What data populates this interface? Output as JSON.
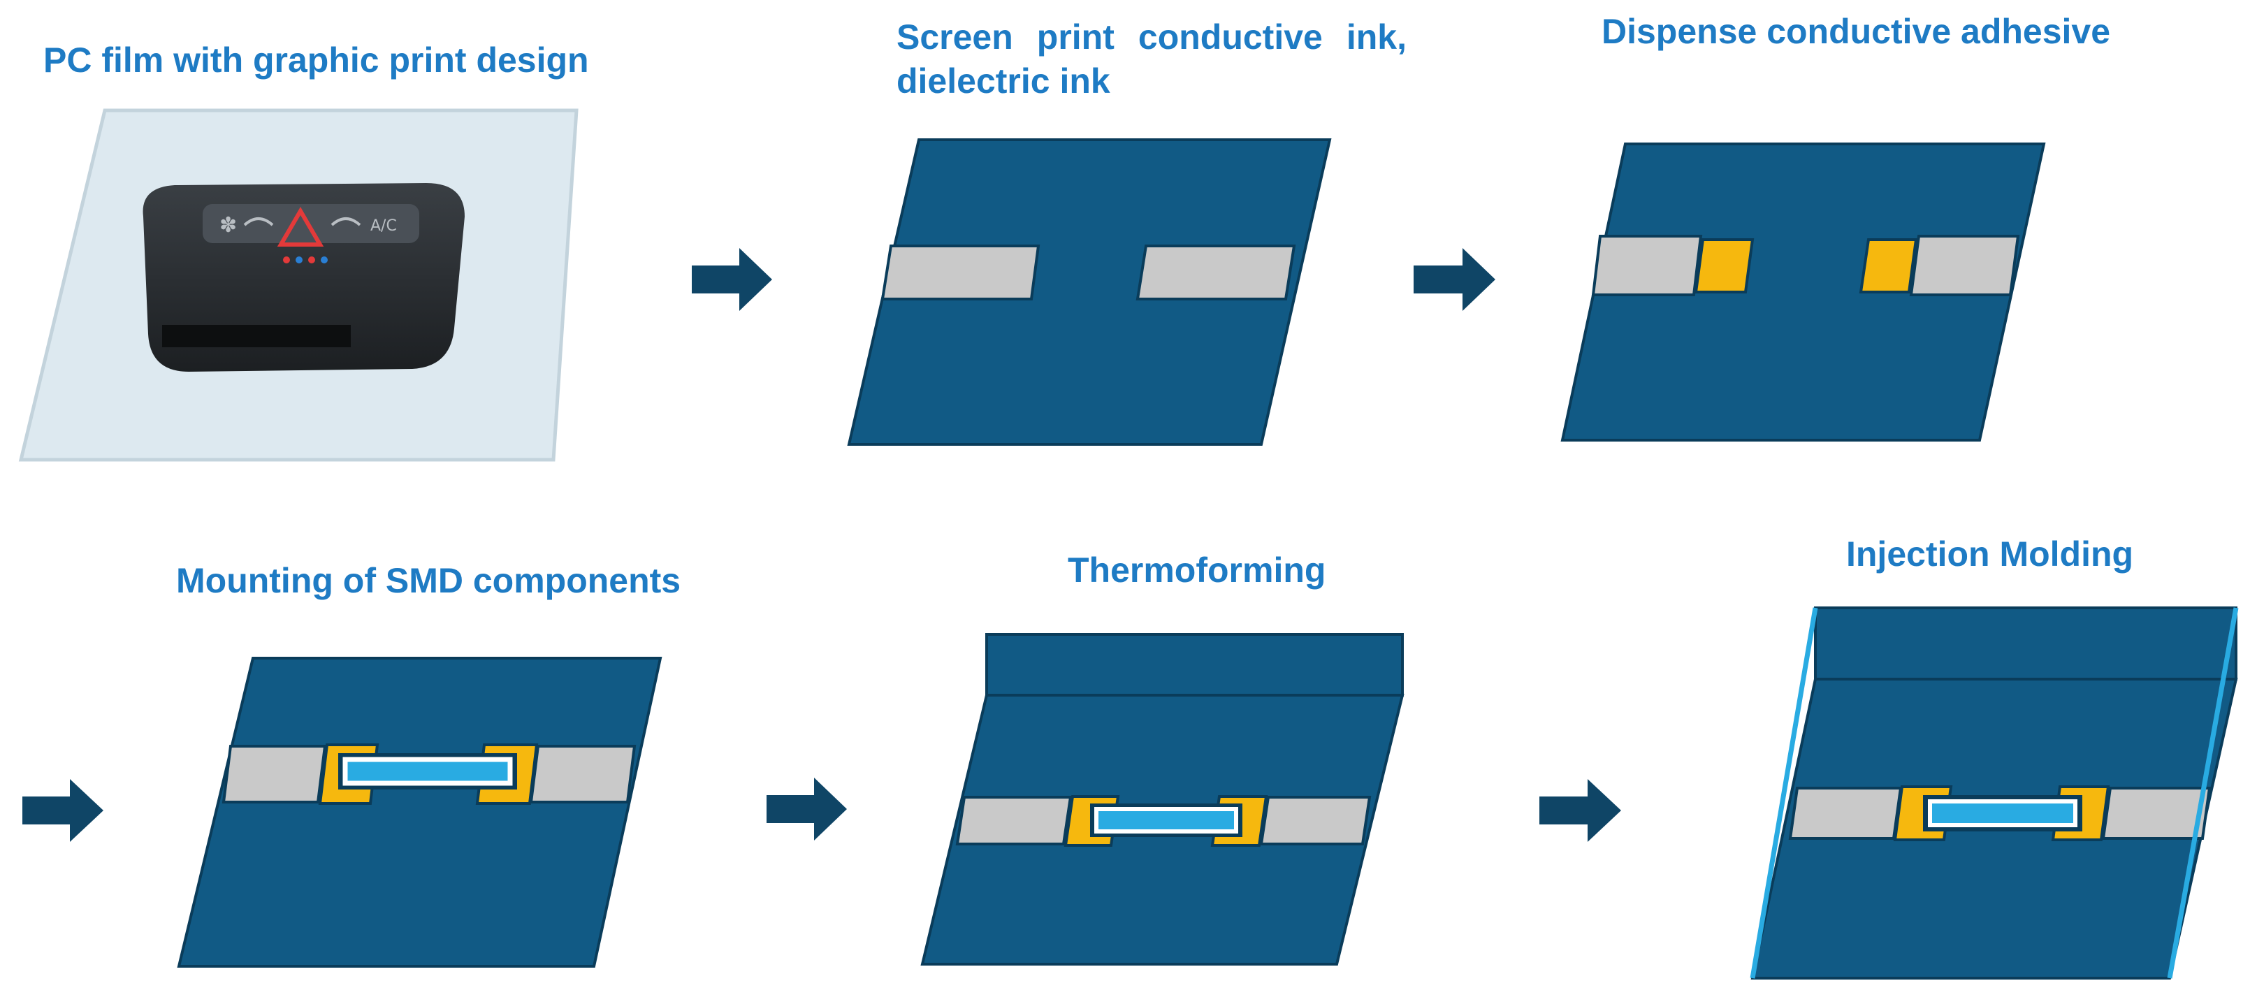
{
  "steps": [
    {
      "label": "PC film with graphic print design"
    },
    {
      "label": "Screen print conductive ink, dielectric ink"
    },
    {
      "label": "Dispense conductive adhesive"
    },
    {
      "label": "Mounting of SMD components"
    },
    {
      "label": "Thermoforming"
    },
    {
      "label": "Injection Molding"
    }
  ],
  "panel": {
    "buttons": [
      "✽",
      "⚠",
      "A/C"
    ]
  },
  "colors": {
    "substrate": "#115a85",
    "substrate_dark": "#0a3c5a",
    "ink": "#c9c9c9",
    "adhesive": "#f6b80e",
    "component": "#29abe2",
    "arrow": "#0f4566",
    "label": "#1e7bc4",
    "film": "#dde9f0"
  }
}
